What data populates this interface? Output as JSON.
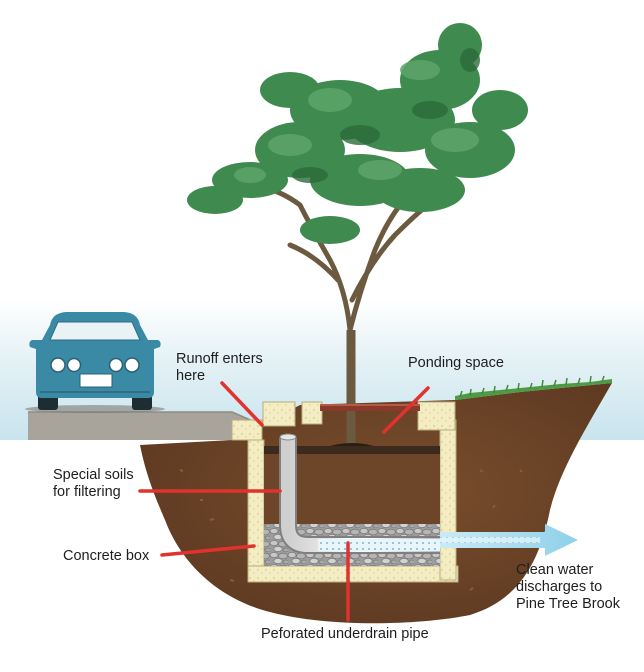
{
  "labels": {
    "runoff_line1": "Runoff enters",
    "runoff_line2": "here",
    "ponding": "Ponding space",
    "soils_line1": "Special soils",
    "soils_line2": "for filtering",
    "concrete": "Concrete box",
    "clean_line1": "Clean water",
    "clean_line2": "discharges to",
    "clean_line3": "Pine Tree Brook",
    "pipe": "Peforated underdrain pipe"
  },
  "colors": {
    "sky": "#cfe7ef",
    "soil": "#6b4326",
    "soil_dark": "#4f2f19",
    "concrete": "#f4ecc2",
    "leader_lines": "#e0322e",
    "car_body": "#3a8aa6",
    "road": "#a8a49c",
    "foliage": "#3f8a4e",
    "grass": "#4f9a45",
    "water_arrow": "#a9dcef",
    "grate": "#8a3a2a"
  },
  "icons": [
    "car-icon",
    "tree-icon",
    "water-arrow-icon"
  ]
}
